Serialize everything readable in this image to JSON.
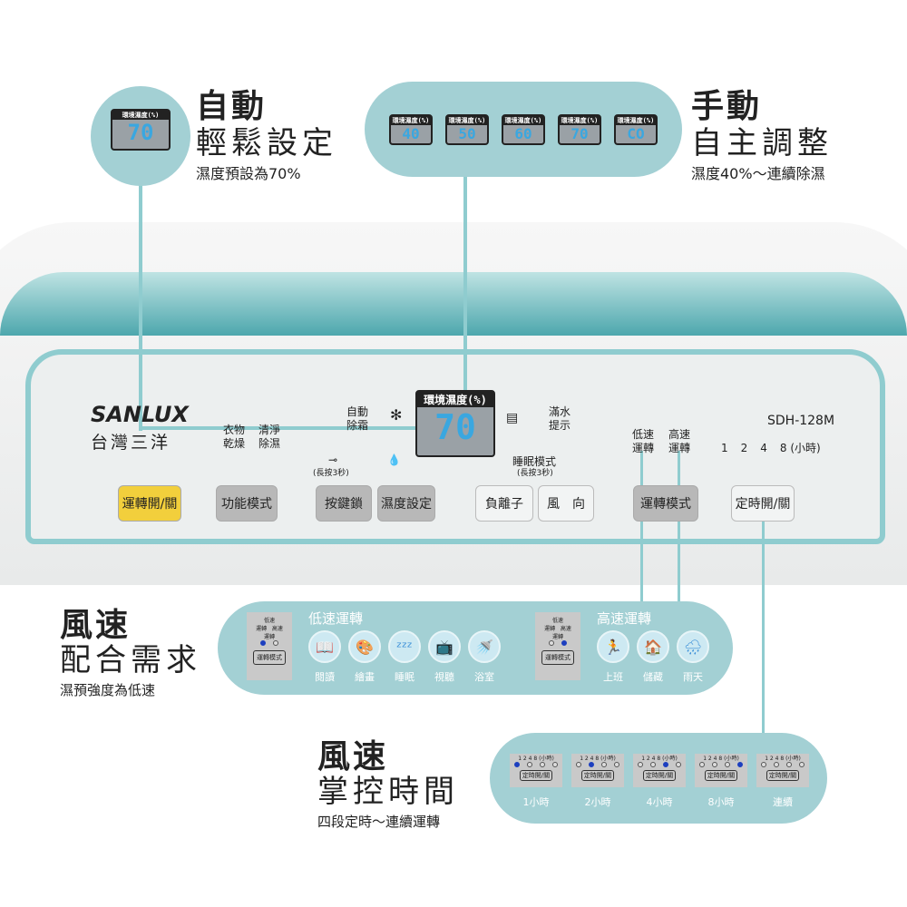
{
  "auto": {
    "title": "自動",
    "subtitle": "輕鬆設定",
    "desc": "濕度預設為70%",
    "display_label": "環境濕度(%)",
    "display_value": "70"
  },
  "manual": {
    "title": "手動",
    "subtitle": "自主調整",
    "desc": "濕度40%～連續除濕",
    "display_label": "環境濕度(%)",
    "values": [
      "40",
      "50",
      "60",
      "70",
      "CO"
    ]
  },
  "panel": {
    "brand": "SANLUX",
    "brand_cn": "台灣三洋",
    "model": "SDH-128M",
    "display_label": "環境濕度(%)",
    "display_value": "70",
    "mode_labels": [
      "衣物\n乾燥",
      "清淨\n除濕",
      "自動\n除霜"
    ],
    "full_water": "滿水\n提示",
    "long_press": "(長按3秒)",
    "sleep_mode": "睡眠模式",
    "sleep_long_press": "(長按3秒)",
    "speed_low": "低速\n運轉",
    "speed_high": "高速\n運轉",
    "timer_hours": [
      "1",
      "2",
      "4",
      "8 (小時)"
    ],
    "buttons": [
      "運轉開/關",
      "功能模式",
      "按鍵鎖",
      "濕度設定",
      "負離子",
      "風　向",
      "運轉模式",
      "定時開/關"
    ]
  },
  "fan": {
    "title": "風速",
    "subtitle": "配合需求",
    "desc": "濕預強度為低速",
    "low_title": "低速運轉",
    "high_title": "高速運轉",
    "mini_low": "低速\n運轉",
    "mini_high": "高速\n運轉",
    "mini_button": "運轉模式",
    "low_items": [
      "閱讀",
      "繪畫",
      "睡眠",
      "視聽",
      "浴室"
    ],
    "high_items": [
      "上班",
      "儲藏",
      "雨天"
    ]
  },
  "timer": {
    "title": "風速",
    "subtitle": "掌控時間",
    "desc": "四段定時～連續運轉",
    "mini_hours": "1  2  4  8 (小時)",
    "mini_button": "定時開/關",
    "items": [
      "1小時",
      "2小時",
      "4小時",
      "8小時",
      "連續"
    ]
  },
  "colors": {
    "teal": "#a3d0d4",
    "accent_yellow": "#f2cf3c",
    "lcd_digit": "#3aa7e0",
    "led_on": "#1d3fbf"
  }
}
